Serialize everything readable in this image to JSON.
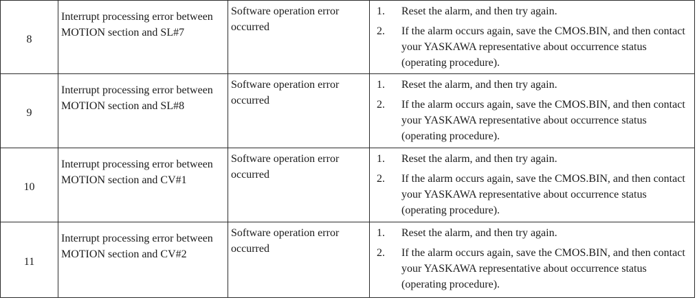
{
  "rows": [
    {
      "number": "8",
      "name": "Interrupt processing error between MOTION section and SL#7",
      "cause": "Software operation error occurred",
      "steps": [
        {
          "num": "1.",
          "text": "Reset the alarm, and then try again."
        },
        {
          "num": "2.",
          "text": "If the alarm occurs again, save the CMOS.BIN, and then contact your YASKAWA representative about occurrence status (operating procedure)."
        }
      ]
    },
    {
      "number": "9",
      "name": "Interrupt processing error between MOTION section and SL#8",
      "cause": "Software operation error occurred",
      "steps": [
        {
          "num": "1.",
          "text": "Reset the alarm, and then try again."
        },
        {
          "num": "2.",
          "text": "If the alarm occurs again, save the CMOS.BIN, and then contact your YASKAWA representative about occurrence status (operating procedure)."
        }
      ]
    },
    {
      "number": "10",
      "name": "Interrupt processing error between MOTION section and CV#1",
      "cause": "Software operation error occurred",
      "steps": [
        {
          "num": "1.",
          "text": "Reset the alarm, and then try again."
        },
        {
          "num": "2.",
          "text": "If the alarm occurs again, save the CMOS.BIN, and then contact your YASKAWA representative about occurrence status (operating procedure)."
        }
      ]
    },
    {
      "number": "11",
      "name": "Interrupt processing error between MOTION section and CV#2",
      "cause": "Software operation error occurred",
      "steps": [
        {
          "num": "1.",
          "text": "Reset the alarm, and then try again."
        },
        {
          "num": "2.",
          "text": "If the alarm occurs again, save the CMOS.BIN, and then contact your YASKAWA representative about occurrence status (operating procedure)."
        }
      ]
    }
  ]
}
